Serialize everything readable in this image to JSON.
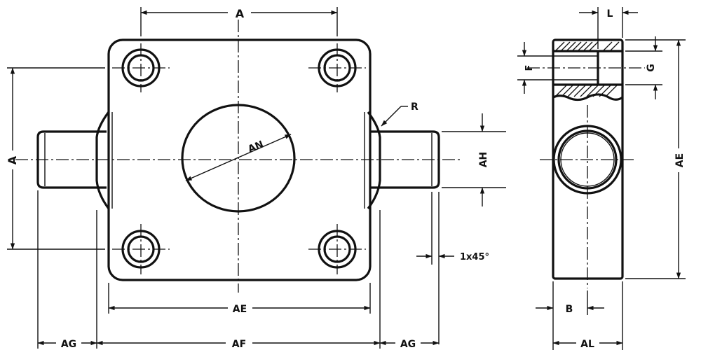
{
  "drawing": {
    "labels": {
      "a_top": "A",
      "a_left": "A",
      "an": "AN",
      "r": "R",
      "ah": "AH",
      "chamfer": "1x45°",
      "ae_bottom": "AE",
      "ag_left": "AG",
      "af": "AF",
      "ag_right": "AG",
      "l": "L",
      "f": "F",
      "g": "G",
      "ae_side": "AE",
      "b": "B",
      "al": "AL"
    }
  }
}
